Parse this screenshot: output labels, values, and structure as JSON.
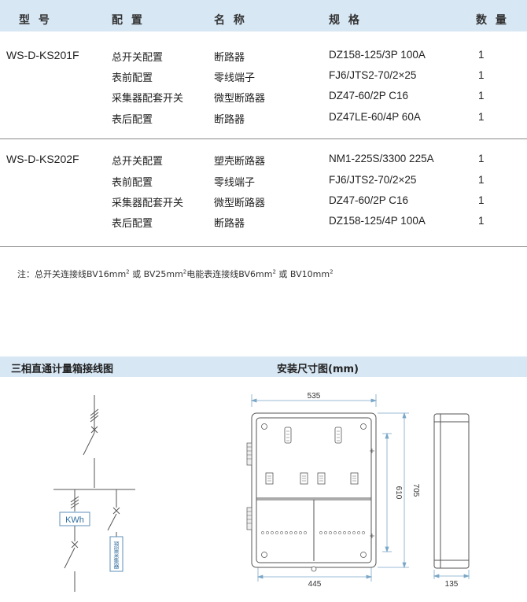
{
  "table": {
    "headers": [
      "型 号",
      "配 置",
      "名 称",
      "规 格",
      "数 量"
    ],
    "groups": [
      {
        "model": "WS-D-KS201F",
        "rows": [
          {
            "config": "总开关配置",
            "name": "断路器",
            "spec": "DZ158-125/3P 100A",
            "qty": "1"
          },
          {
            "config": "表前配置",
            "name": "零线端子",
            "spec": "FJ6/JTS2-70/2×25",
            "qty": "1"
          },
          {
            "config": "采集器配套开关",
            "name": "微型断路器",
            "spec": "DZ47-60/2P C16",
            "qty": "1"
          },
          {
            "config": "表后配置",
            "name": "断路器",
            "spec": "DZ47LE-60/4P 60A",
            "qty": "1"
          }
        ]
      },
      {
        "model": "WS-D-KS202F",
        "rows": [
          {
            "config": "总开关配置",
            "name": "塑壳断路器",
            "spec": "NM1-225S/3300 225A",
            "qty": "1"
          },
          {
            "config": "表前配置",
            "name": "零线端子",
            "spec": "FJ6/JTS2-70/2×25",
            "qty": "1"
          },
          {
            "config": "采集器配套开关",
            "name": "微型断路器",
            "spec": "DZ47-60/2P C16",
            "qty": "1"
          },
          {
            "config": "表后配置",
            "name": "断路器",
            "spec": "DZ158-125/4P 100A",
            "qty": "1"
          }
        ]
      }
    ]
  },
  "note": {
    "prefix": "注：总开关连接线BV16mm",
    "p2": " 或 BV25mm",
    "p3": "电能表连接线BV6mm",
    "p4": " 或 BV10mm",
    "sup": "2"
  },
  "sections": {
    "wiring_title": "三相直通计量箱接线图",
    "dimension_title": "安装尺寸图(mm)"
  },
  "wiring": {
    "meter_label": "KWh",
    "collector_label": "预留采集器"
  },
  "dimensions": {
    "width": "535",
    "bottom_width": "445",
    "inner_height": "610",
    "height": "705",
    "depth": "135"
  },
  "colors": {
    "header_band": "#d7e7f4",
    "dimension_line": "#7aa7c7"
  }
}
